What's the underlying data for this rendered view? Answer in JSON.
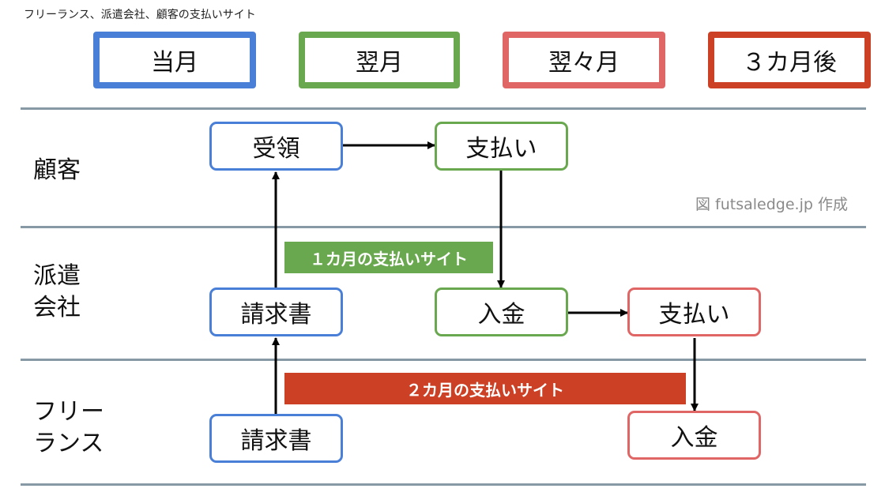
{
  "caption": "フリーランス、派遣会社、顧客の支払いサイト",
  "credit": "図 futsaledge.jp 作成",
  "colors": {
    "blue": "#4a7fd8",
    "green": "#6aa84f",
    "pink": "#e06666",
    "red": "#cc4125",
    "divider": "#8899a6"
  },
  "headers": [
    "当月",
    "翌月",
    "翌々月",
    "３カ月後"
  ],
  "lanes": {
    "customer": "顧客",
    "agency_line1": "派遣",
    "agency_line2": "会社",
    "freelance_line1": "フリー",
    "freelance_line2": "ランス"
  },
  "boxes": {
    "customer_receive": "受領",
    "customer_pay": "支払い",
    "agency_invoice": "請求書",
    "agency_deposit": "入金",
    "agency_pay": "支払い",
    "freelance_invoice": "請求書",
    "freelance_deposit": "入金"
  },
  "banners": {
    "one_month": "１カ月の支払いサイト",
    "two_month": "２カ月の支払いサイト"
  }
}
